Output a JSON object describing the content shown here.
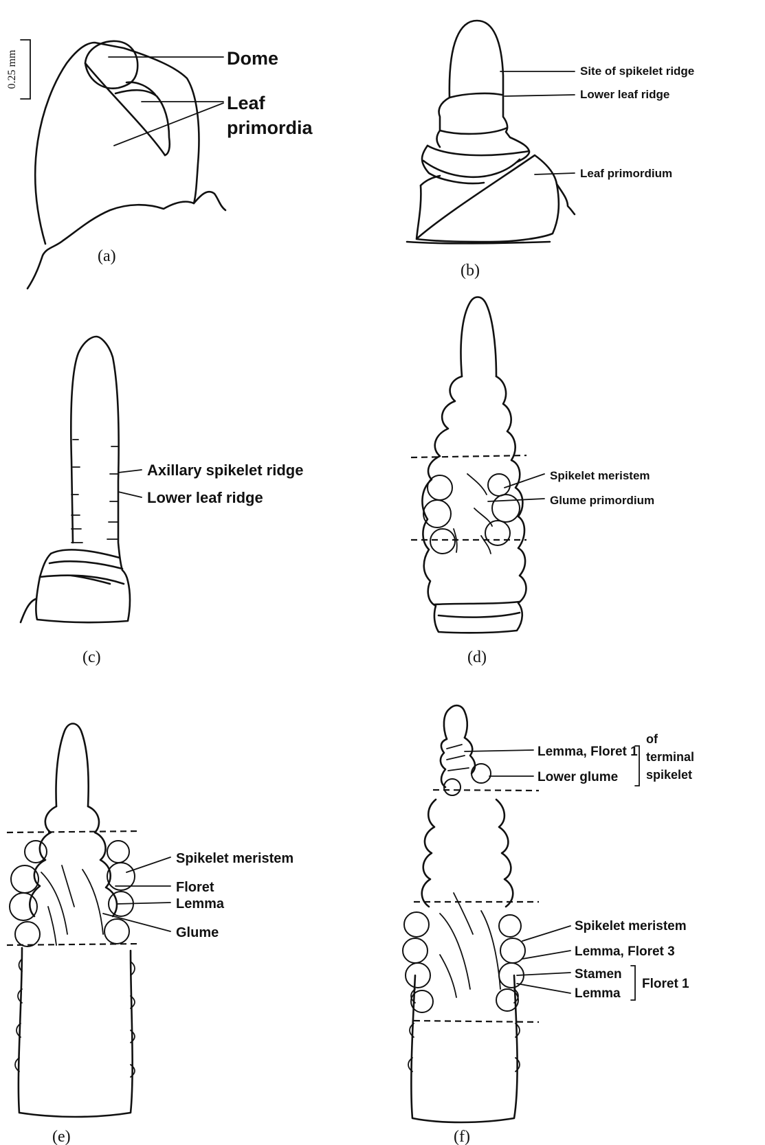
{
  "scale_bar": {
    "label": "0.25 mm"
  },
  "panels": {
    "a": {
      "caption": "(a)",
      "labels": {
        "dome": "Dome",
        "leaf_line1": "Leaf",
        "leaf_line2": "primordia"
      }
    },
    "b": {
      "caption": "(b)",
      "labels": {
        "site": "Site of spikelet ridge",
        "lower_leaf_ridge": "Lower leaf ridge",
        "leaf_primordium": "Leaf primordium"
      }
    },
    "c": {
      "caption": "(c)",
      "labels": {
        "axillary": "Axillary spikelet ridge",
        "lower_leaf_ridge": "Lower leaf ridge"
      }
    },
    "d": {
      "caption": "(d)",
      "labels": {
        "spikelet_meristem": "Spikelet meristem",
        "glume_primordium": "Glume primordium"
      }
    },
    "e": {
      "caption": "(e)",
      "labels": {
        "spikelet_meristem": "Spikelet meristem",
        "floret": "Floret",
        "lemma": "Lemma",
        "glume": "Glume"
      }
    },
    "f": {
      "caption": "(f)",
      "labels": {
        "lemma_floret1": "Lemma, Floret 1",
        "lower_glume": "Lower glume",
        "of": "of",
        "terminal": "terminal",
        "spikelet": "spikelet",
        "spikelet_meristem": "Spikelet meristem",
        "lemma_floret3": "Lemma, Floret 3",
        "stamen": "Stamen",
        "lemma": "Lemma",
        "floret1": "Floret 1"
      }
    }
  }
}
